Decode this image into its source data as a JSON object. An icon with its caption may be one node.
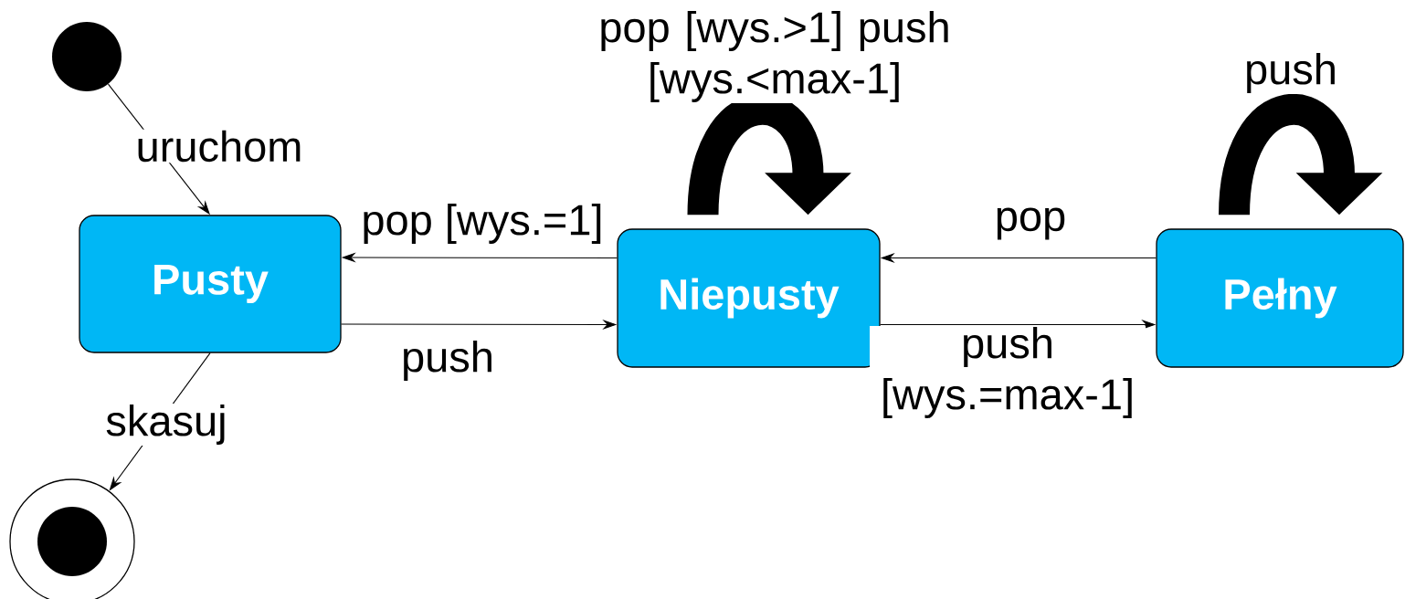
{
  "diagram": {
    "nodes": [
      {
        "text": [],
        "shape": "circle"
      },
      {
        "text": [
          "Pusty"
        ]
      },
      {
        "text": [
          "Niepusty"
        ]
      },
      {
        "text": [
          "Pełny"
        ]
      },
      {
        "text": [],
        "shape": "circle"
      }
    ],
    "edges": [
      {
        "from": 0,
        "to": 1,
        "arrow": "to",
        "label": "uruchom"
      },
      {
        "from": 2,
        "to": 1,
        "arrow": "to",
        "label": "pop [wys.=1]"
      },
      {
        "from": 1,
        "to": 2,
        "arrow": "to",
        "label": "push"
      },
      {
        "from": 3,
        "to": 2,
        "arrow": "to",
        "label": "pop"
      },
      {
        "from": 2,
        "to": 3,
        "arrow": "to",
        "label": "push [wys.=max-1]"
      },
      {
        "from": 2,
        "to": 2,
        "arrow": "to",
        "label": "pop [wys.>1] push [wys.<max-1]",
        "style": "thick"
      },
      {
        "from": 3,
        "to": 3,
        "arrow": "to",
        "label": "push",
        "style": "thick"
      },
      {
        "from": 1,
        "to": 4,
        "arrow": "to",
        "label": "skasuj"
      }
    ]
  }
}
